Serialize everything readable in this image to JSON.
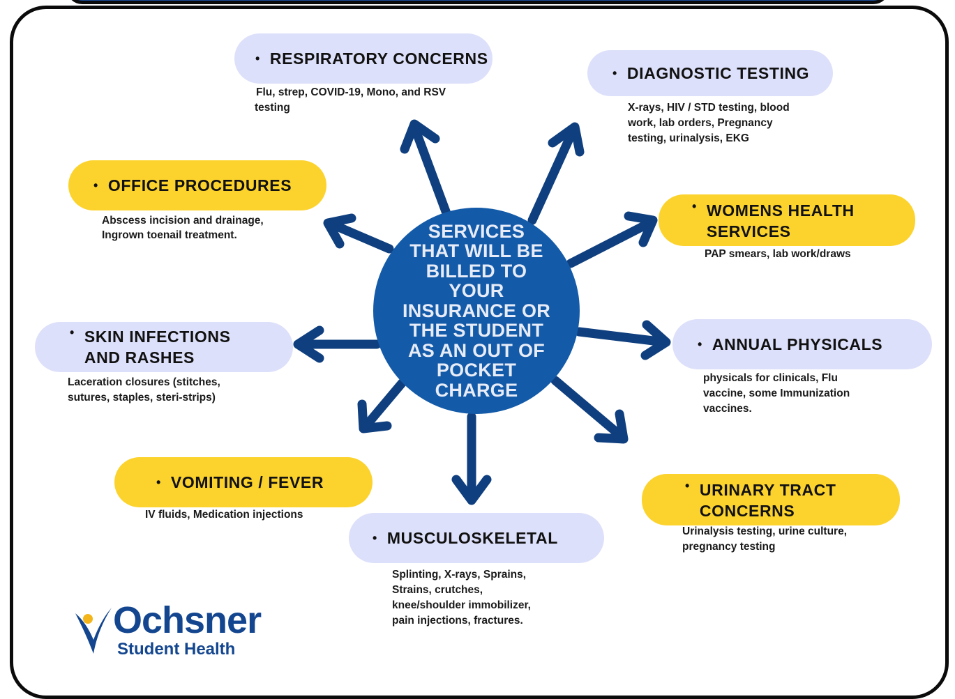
{
  "center": {
    "lines": [
      "SERVICES",
      "THAT WILL BE",
      "BILLED TO",
      "YOUR",
      "INSURANCE OR",
      "THE STUDENT",
      "AS AN OUT OF",
      "POCKET",
      "CHARGE"
    ]
  },
  "bullet_glyph": "•",
  "services": {
    "respiratory": {
      "title": "RESPIRATORY CONCERNS",
      "desc_lines": [
        "Flu, strep, COVID-19, Mono, and RSV",
        "testing"
      ]
    },
    "diagnostic": {
      "title": "DIAGNOSTIC TESTING",
      "desc_lines": [
        "X-rays, HIV / STD testing, blood",
        "work, lab orders, Pregnancy",
        "testing, urinalysis, EKG"
      ]
    },
    "office": {
      "title": "OFFICE PROCEDURES",
      "desc_lines": [
        "Abscess incision and drainage,",
        "Ingrown toenail treatment."
      ]
    },
    "womens": {
      "title_lines": [
        "WOMENS HEALTH",
        "SERVICES"
      ],
      "desc_lines": [
        "PAP smears, lab work/draws"
      ]
    },
    "skin": {
      "title_lines": [
        "SKIN INFECTIONS",
        "AND RASHES"
      ],
      "desc_lines": [
        "Laceration closures (stitches,",
        "sutures, staples, steri-strips)"
      ]
    },
    "annual": {
      "title": "ANNUAL PHYSICALS",
      "desc_lines": [
        "physicals for clinicals, Flu",
        "vaccine, some Immunization",
        "vaccines."
      ]
    },
    "vomiting": {
      "title": "VOMITING / FEVER",
      "desc_lines": [
        "IV fluids, Medication injections"
      ]
    },
    "musculo": {
      "title": "MUSCULOSKELETAL",
      "desc_lines": [
        "Splinting, X-rays, Sprains,",
        "Strains, crutches,",
        "knee/shoulder immobilizer,",
        "pain injections, fractures."
      ]
    },
    "urinary": {
      "title_lines": [
        "URINARY TRACT",
        "CONCERNS"
      ],
      "desc_lines": [
        "Urinalysis testing, urine culture,",
        "pregnancy testing"
      ]
    }
  },
  "logo": {
    "name": "Ochsner",
    "sub": "Student Health"
  },
  "colors": {
    "hub": "#135aa8",
    "arrow": "#0f3f7e",
    "pill_yellow": "#fcd32d",
    "pill_lavender": "#dde0fa",
    "logo_blue": "#13468f",
    "logo_gold": "#f3b51a"
  }
}
